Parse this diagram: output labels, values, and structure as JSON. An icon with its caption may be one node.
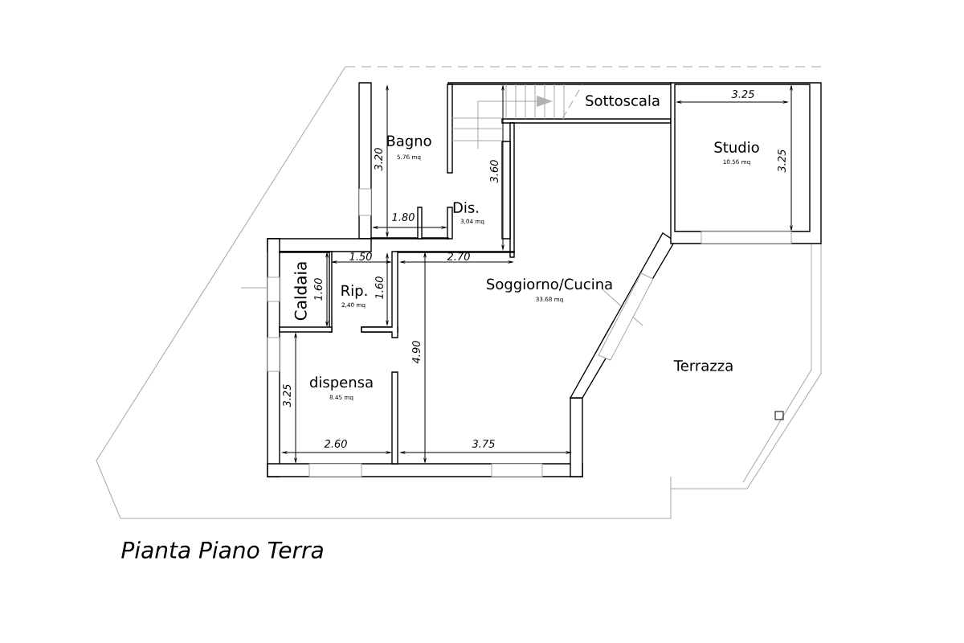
{
  "diagram": {
    "title": "Pianta Piano Terra",
    "labels": [
      "Sottoscala",
      "3.25",
      "Bagno",
      "Studio",
      "5.76 mq",
      "10.56 mq",
      "3.20",
      "3.25",
      "3.60",
      "1.80",
      "Dis.",
      "3,04 mq",
      "1.50",
      "2.70",
      "Caldaia",
      "1.60",
      "Rip.",
      "1.60",
      "Soggiorno/Cucina",
      "33.68 mq",
      "2,40 mq",
      "Terrazza",
      "4.90",
      "dispensa",
      "3.25",
      "8.45 mq",
      "2.60",
      "3.75"
    ]
  }
}
